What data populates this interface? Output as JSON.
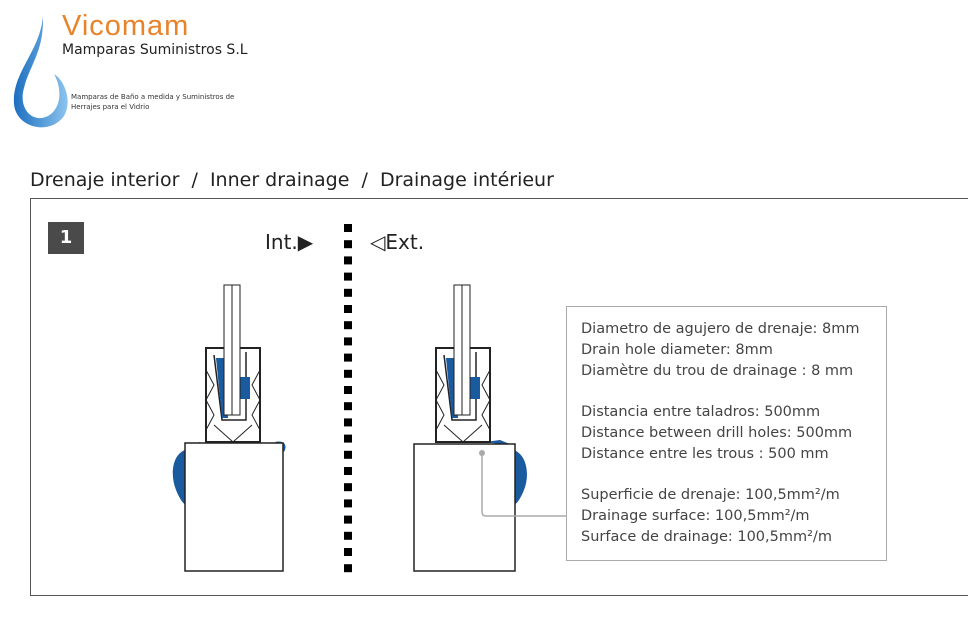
{
  "logo": {
    "brand": "Vicomam",
    "company": "Mamparas Suministros S.L",
    "tagline": "Mamparas de Baño a medida y Suministros de Herrajes para el Vidrio"
  },
  "title": "Drenaje interior  /  Inner drainage  /  Drainage intérieur",
  "step": "1",
  "int_label": "Int.",
  "ext_label": "Ext.",
  "info": {
    "diameter": [
      "Diametro de agujero de drenaje: 8mm",
      "Drain hole diameter: 8mm",
      "Diamètre du trou de drainage : 8 mm"
    ],
    "distance": [
      "Distancia entre taladros: 500mm",
      "Distance between drill holes: 500mm",
      "Distance entre les trous : 500 mm"
    ],
    "surface": [
      "Superficie de drenaje: 100,5mm²/m",
      "Drainage surface: 100,5mm²/m",
      "Surface de drainage: 100,5mm²/m"
    ]
  },
  "colors": {
    "brand": "#e8832a",
    "seal": "#1a5a9e"
  }
}
